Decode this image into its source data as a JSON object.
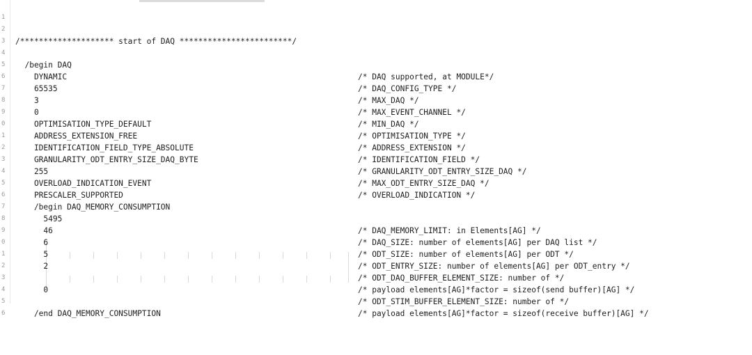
{
  "editor": {
    "lines": [
      {
        "num": "1",
        "code": "",
        "comment": ""
      },
      {
        "num": "2",
        "code": "/******************** start of DAQ ************************/",
        "comment": ""
      },
      {
        "num": "3",
        "code": "",
        "comment": ""
      },
      {
        "num": "4",
        "code": "  /begin DAQ",
        "comment": "/* DAQ supported, at MODULE*/"
      },
      {
        "num": "5",
        "code": "    DYNAMIC",
        "comment": "/* DAQ_CONFIG_TYPE */"
      },
      {
        "num": "6",
        "code": "    65535",
        "comment": "/* MAX_DAQ */"
      },
      {
        "num": "7",
        "code": "    3",
        "comment": "/* MAX_EVENT_CHANNEL */"
      },
      {
        "num": "8",
        "code": "    0",
        "comment": "/* MIN_DAQ */"
      },
      {
        "num": "9",
        "code": "    OPTIMISATION_TYPE_DEFAULT",
        "comment": "/* OPTIMISATION_TYPE */"
      },
      {
        "num": "0",
        "code": "    ADDRESS_EXTENSION_FREE",
        "comment": "/* ADDRESS_EXTENSION */"
      },
      {
        "num": "1",
        "code": "    IDENTIFICATION_FIELD_TYPE_ABSOLUTE",
        "comment": "/* IDENTIFICATION_FIELD */"
      },
      {
        "num": "2",
        "code": "    GRANULARITY_ODT_ENTRY_SIZE_DAQ_BYTE",
        "comment": "/* GRANULARITY_ODT_ENTRY_SIZE_DAQ */"
      },
      {
        "num": "3",
        "code": "    255",
        "comment": "/* MAX_ODT_ENTRY_SIZE_DAQ */"
      },
      {
        "num": "4",
        "code": "    OVERLOAD_INDICATION_EVENT",
        "comment": "/* OVERLOAD_INDICATION */"
      },
      {
        "num": "5",
        "code": "    PRESCALER_SUPPORTED",
        "comment": ""
      },
      {
        "num": "6",
        "code": "    /begin DAQ_MEMORY_CONSUMPTION",
        "comment": ""
      },
      {
        "num": "7",
        "code": "      5495",
        "comment": "/* DAQ_MEMORY_LIMIT: in Elements[AG] */"
      },
      {
        "num": "8",
        "code": "      46",
        "comment": "/* DAQ_SIZE: number of elements[AG] per DAQ list */"
      },
      {
        "num": "9",
        "code": "      6",
        "comment": "/* ODT_SIZE: number of elements[AG] per ODT */"
      },
      {
        "num": "0",
        "code": "      5",
        "comment": "/* ODT_ENTRY_SIZE: number of elements[AG] per ODT_entry */"
      },
      {
        "num": "1",
        "code": "      2",
        "comment": "/* ODT_DAQ_BUFFER_ELEMENT_SIZE: number of */"
      },
      {
        "num": "2",
        "code": "",
        "comment": "/* payload elements[AG]*factor = sizeof(send buffer)[AG] */"
      },
      {
        "num": "3",
        "code": "      0",
        "comment": "/* ODT_STIM_BUFFER_ELEMENT_SIZE: number of */"
      },
      {
        "num": "4",
        "code": "",
        "comment": "/* payload elements[AG]*factor = sizeof(receive buffer)[AG] */"
      },
      {
        "num": "5",
        "code": "    /end DAQ_MEMORY_CONSUMPTION",
        "comment": ""
      },
      {
        "num": "6",
        "code": "",
        "comment": ""
      }
    ]
  }
}
